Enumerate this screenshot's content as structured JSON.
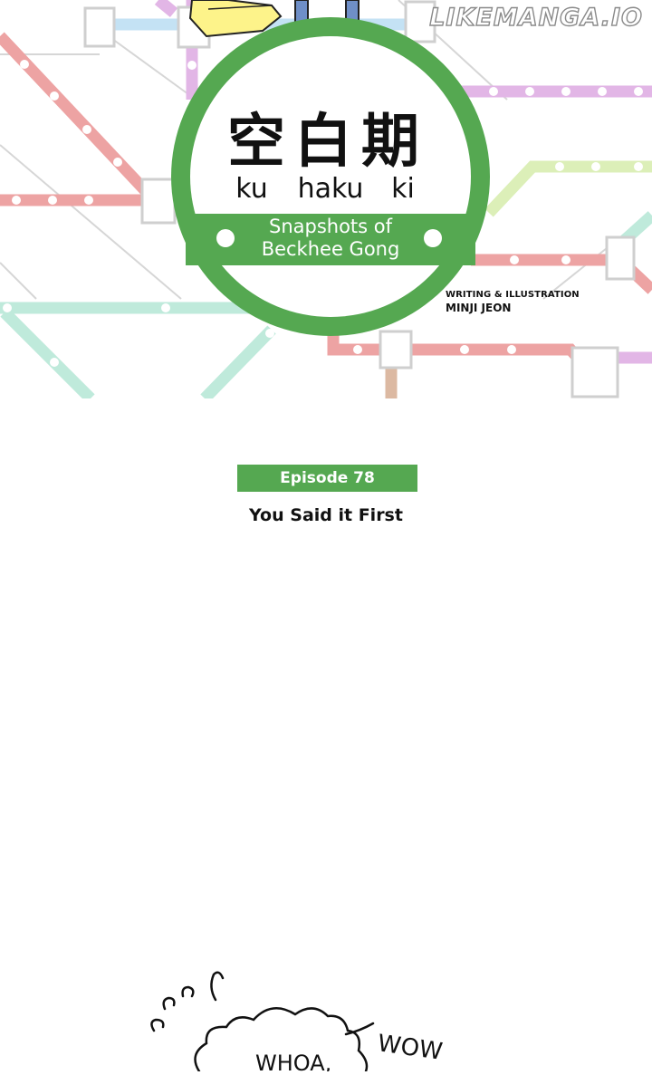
{
  "watermark": "LIKEMANGA.IO",
  "sign": {
    "kanji": "空白期",
    "romaji": [
      "ku",
      "haku",
      "ki"
    ],
    "subtitle_line1": "Snapshots of",
    "subtitle_line2": "Beckhee Gong"
  },
  "credits": {
    "role": "WRITING & ILLUSTRATION",
    "name": "MINJI JEON"
  },
  "episode": {
    "label": "Episode 78",
    "title": "You Said it First"
  },
  "sfx": {
    "whoa": "WHOA,",
    "wow": "WOW"
  },
  "colors": {
    "sign_green": "#55a851",
    "line_red": "#eda3a3",
    "line_mint": "#bfeadb",
    "line_purple": "#e2b6e6",
    "line_lime": "#dcefb8",
    "line_blue": "#c4e2f4",
    "line_tan": "#dcb9a2"
  }
}
